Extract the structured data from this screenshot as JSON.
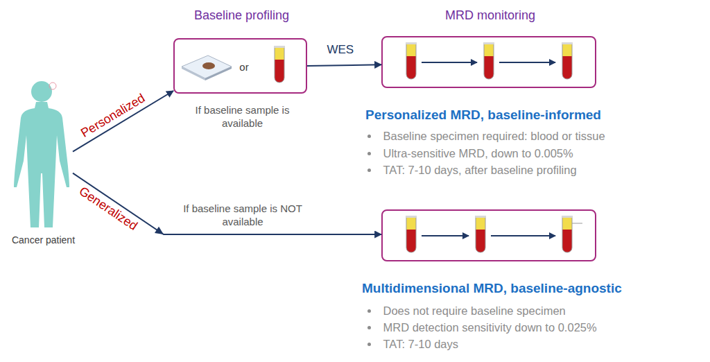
{
  "diagram": {
    "nodes": [
      {
        "text": [
          "Cancer patient"
        ]
      },
      {
        "text": [
          "Baseline profiling",
          "or",
          "If baseline sample is available"
        ]
      },
      {
        "text": [
          "MRD monitoring",
          "Personalized MRD, baseline-informed",
          "Baseline specimen required: blood or tissue",
          "Ultra-sensitive MRD, down to 0.005%",
          "TAT: 7-10 days, after baseline profiling"
        ]
      },
      {
        "text": [
          "Multidimensional MRD, baseline-agnostic",
          "Does not require baseline specimen",
          "MRD detection sensitivity down to 0.025%",
          "TAT: 7-10 days"
        ]
      }
    ],
    "edges": [
      {
        "from": 0,
        "to": 1,
        "arrow": "to",
        "label": "Personalized"
      },
      {
        "from": 0,
        "to": 3,
        "arrow": "to",
        "label": "Generalized"
      },
      {
        "from": 1,
        "to": 2,
        "arrow": "to",
        "label": "WES"
      }
    ],
    "labels": [
      "If baseline sample is NOT available"
    ]
  }
}
